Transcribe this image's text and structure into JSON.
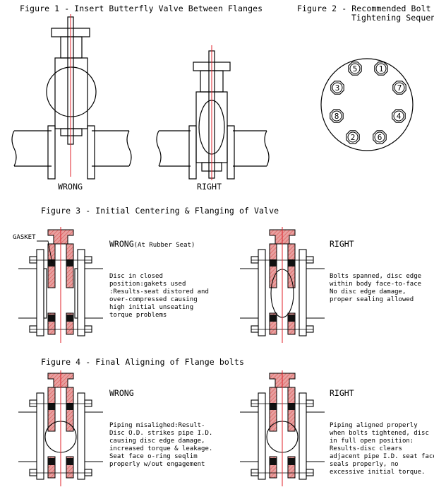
{
  "fig1": {
    "title": "Figure 1 - Insert Butterfly Valve Between Flanges",
    "wrong": "WRONG",
    "right": "RIGHT"
  },
  "fig2": {
    "title_line1": "Figure 2 - Recommended Bolt",
    "title_line2": "Tightening Sequence",
    "bolts": [
      "1",
      "2",
      "3",
      "4",
      "5",
      "6",
      "7",
      "8"
    ]
  },
  "fig3": {
    "title": "Figure 3 - Initial Centering & Flanging of Valve",
    "gasket_label": "GASKET",
    "wrong_head": "WRONG",
    "wrong_sub": "(At Rubber Seat)",
    "wrong_text": [
      "Disc in closed",
      "position:gakets used",
      ":Results-seat distored and",
      "over-compressed causing",
      "high initial unseating",
      "torque problems"
    ],
    "right_head": "RIGHT",
    "right_text": [
      "Bolts spanned, disc edge",
      "within body face-to-face",
      "No disc edge damage,",
      "proper sealing allowed"
    ]
  },
  "fig4": {
    "title": "Figure 4 - Final Aligning of Flange bolts",
    "wrong_head": "WRONG",
    "wrong_text": [
      "Piping misalighed:Result-",
      "Disc O.D. strikes pipe I.D.",
      "causing disc edge damage,",
      "increased torque & leakage.",
      "Seat face o-ring seqlim",
      "properly w/out engagement"
    ],
    "right_head": "RIGHT",
    "right_text": [
      "Piping aligned properly",
      "when bolts tightened, disc",
      "in full open position:",
      "Results-disc clears",
      "adjacent pipe I.D. seat face",
      "seals properly, no",
      "excessive initial torque."
    ]
  },
  "colors": {
    "line": "#000000",
    "centerline": "#e0202a",
    "hatch": "#d9534f",
    "fill": "#e8a0a0"
  }
}
